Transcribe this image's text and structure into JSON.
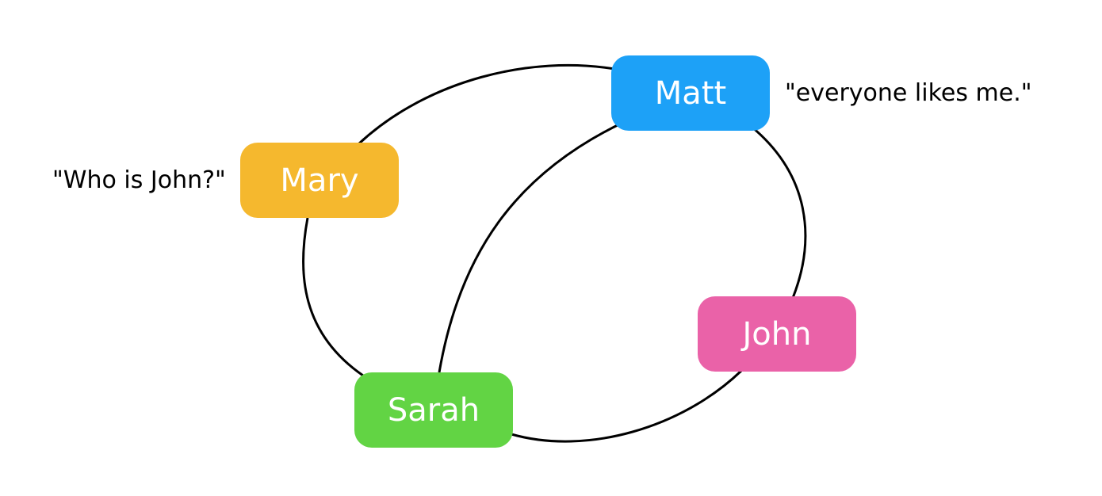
{
  "people": {
    "matt": {
      "name": "Matt",
      "color": "#1da1f7",
      "quote": "\"everyone likes me.\""
    },
    "mary": {
      "name": "Mary",
      "color": "#f5b82e",
      "quote": "\"Who is John?\""
    },
    "john": {
      "name": "John",
      "color": "#ea62a8"
    },
    "sarah": {
      "name": "Sarah",
      "color": "#62d444"
    }
  },
  "edges": [
    {
      "from": "Mary",
      "to": "Matt"
    },
    {
      "from": "Matt",
      "to": "John"
    },
    {
      "from": "John",
      "to": "Sarah"
    },
    {
      "from": "Sarah",
      "to": "Mary"
    },
    {
      "from": "Matt",
      "to": "Sarah"
    }
  ],
  "colors": {
    "edge": "#000000",
    "background": "#ffffff",
    "node_text": "#ffffff"
  }
}
